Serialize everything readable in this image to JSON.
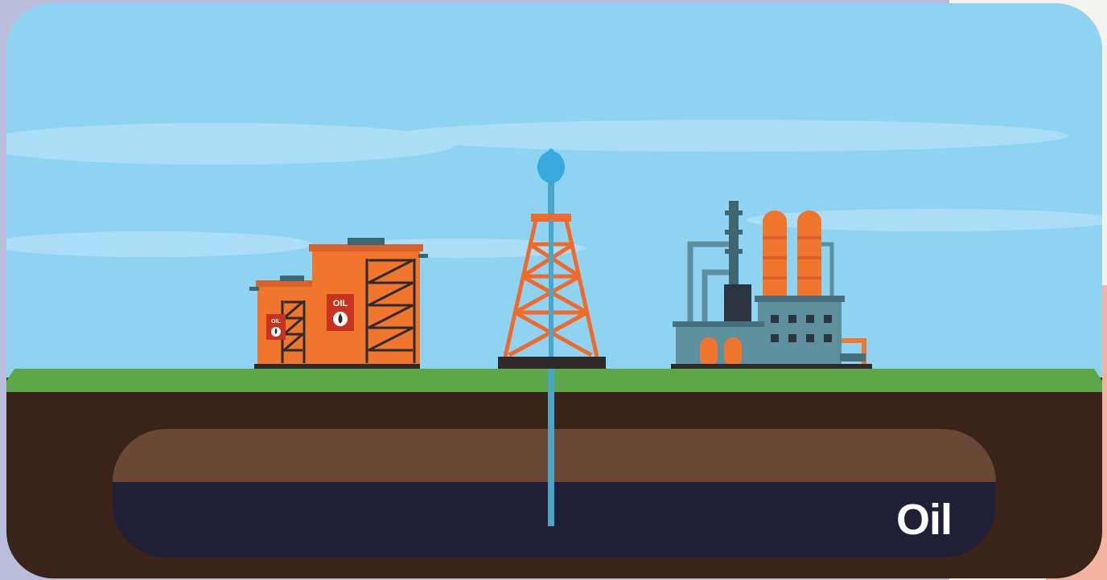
{
  "scene": {
    "reservoir_label": "Oil",
    "tank_label_large": "OIL",
    "tank_label_small": "OIL"
  },
  "colors": {
    "sky": "#8fd3f2",
    "grass": "#5ea748",
    "soil": "#3a2318",
    "rock_layer": "#6b4736",
    "oil": "#1f2035",
    "rig": "#f06a2c",
    "tank": "#f0762d",
    "refinery": "#5e8f9d",
    "pipe": "#4aa6c9",
    "flame": "#39a9e0"
  }
}
